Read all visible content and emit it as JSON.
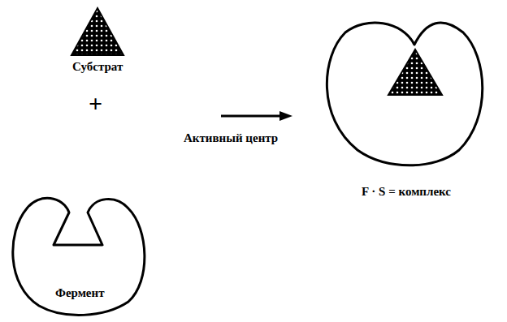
{
  "diagram": {
    "nodes": [
      {
        "text": [
          "Субстрат"
        ]
      },
      {
        "text": [
          "Фермент"
        ]
      },
      {
        "text": [
          "F · S = комплекс"
        ]
      }
    ],
    "labels": [
      "+",
      "Активный центр"
    ]
  }
}
